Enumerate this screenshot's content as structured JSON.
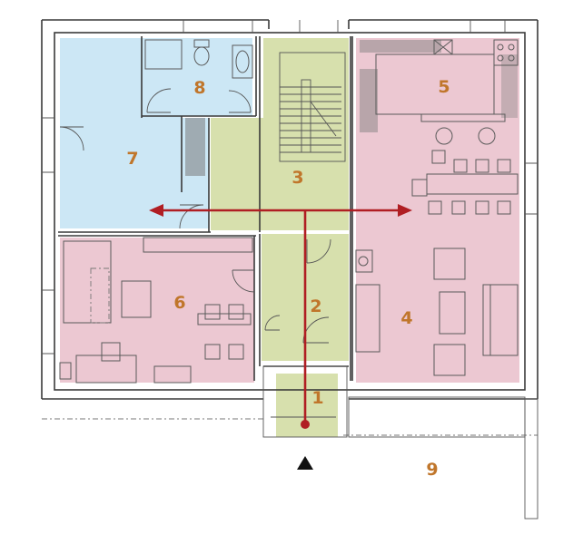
{
  "rooms": [
    {
      "label": "1",
      "color": "#d7e0ad"
    },
    {
      "label": "2",
      "color": "#d7e0ad"
    },
    {
      "label": "3",
      "color": "#d7e0ad"
    },
    {
      "label": "4",
      "color": "#ecc8d2"
    },
    {
      "label": "5",
      "color": "#ecc8d2"
    },
    {
      "label": "6",
      "color": "#ecc8d2"
    },
    {
      "label": "7",
      "color": "#cce7f5"
    },
    {
      "label": "8",
      "color": "#cce7f5"
    },
    {
      "label": "9",
      "color": ""
    }
  ],
  "colors": {
    "circulation": "#d7e0ad",
    "living": "#ecc8d2",
    "bath_bedroom": "#cce7f5",
    "arrow": "#b01e23",
    "label": "#c0762b",
    "wall": "#3a3a3a"
  },
  "icons": [
    "entrance-triangle-icon",
    "circulation-arrows-icon",
    "entry-dot-icon"
  ]
}
